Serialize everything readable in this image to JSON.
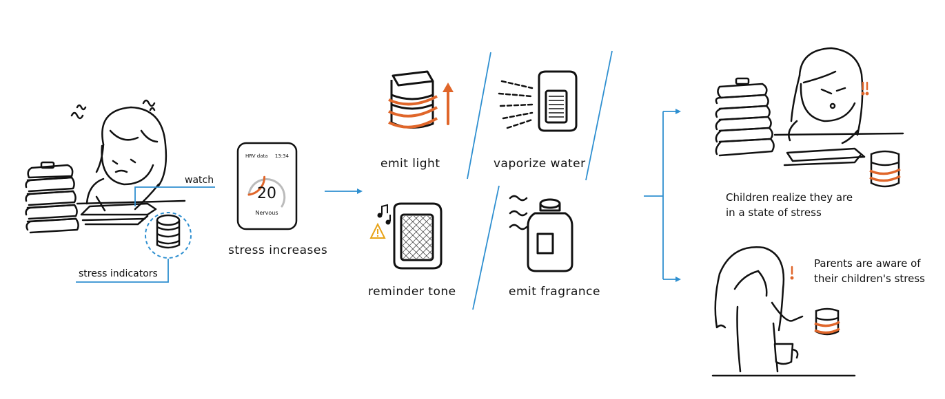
{
  "labels": {
    "watch": "watch",
    "stress_indicators": "stress indicators",
    "stress_increases": "stress increases",
    "emit_light": "emit  light",
    "vaporize_water": "vaporize  water",
    "reminder_tone": "reminder  tone",
    "emit_fragrance": "emit  fragrance",
    "children_realize": [
      "Children realize they are",
      "in a state of stress"
    ],
    "parents_aware": [
      "Parents are aware of",
      "their children's stress"
    ]
  },
  "watch_screen": {
    "title": "HRV data",
    "time": "13:34",
    "value": "20",
    "status": "Nervous",
    "level": 0.33
  },
  "colors": {
    "ink": "#111111",
    "accent_orange": "#e0662a",
    "connector_blue": "#2e8fd0",
    "warning_orange": "#e8a317"
  },
  "icons": {
    "child_studying": "child-studying-illustration",
    "stress_device": "stress-indicator-device-icon",
    "smartwatch": "smartwatch-icon",
    "light_device": "light-device-icon",
    "vaporizer_device": "vaporizer-device-icon",
    "speaker_device": "speaker-device-icon",
    "fragrance_device": "fragrance-device-icon",
    "warning": "warning-icon",
    "music_note": "music-note-icon"
  }
}
